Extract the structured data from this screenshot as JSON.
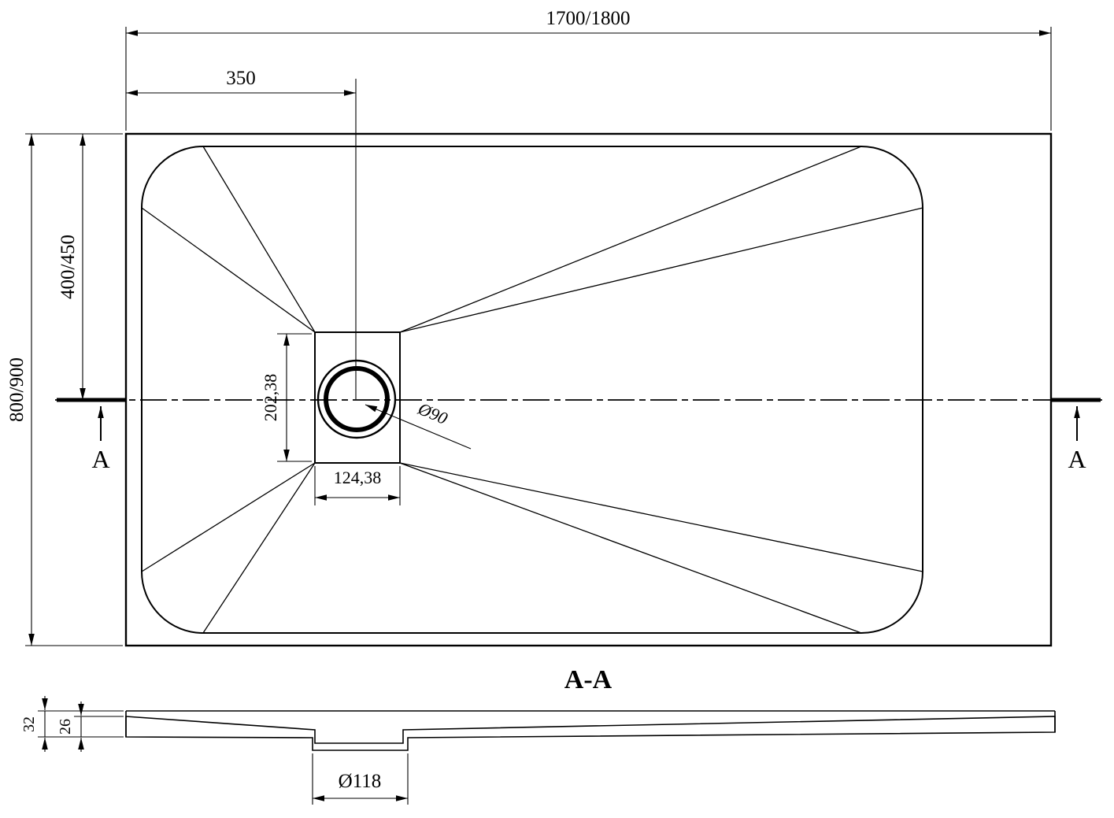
{
  "top_view": {
    "overall_width": "1700/1800",
    "drain_offset": "350",
    "depth_to_center": "400/450",
    "overall_depth": "800/900",
    "drain_recess_height": "202,38",
    "drain_recess_width": "124,38",
    "drain_diameter": "Ø90",
    "section_label_left": "A",
    "section_label_right": "A"
  },
  "section_view": {
    "title": "A-A",
    "total_height": "32",
    "base_height": "26",
    "waste_hole_diameter": "Ø118"
  },
  "colors": {
    "line": "#000000",
    "background": "#ffffff"
  }
}
